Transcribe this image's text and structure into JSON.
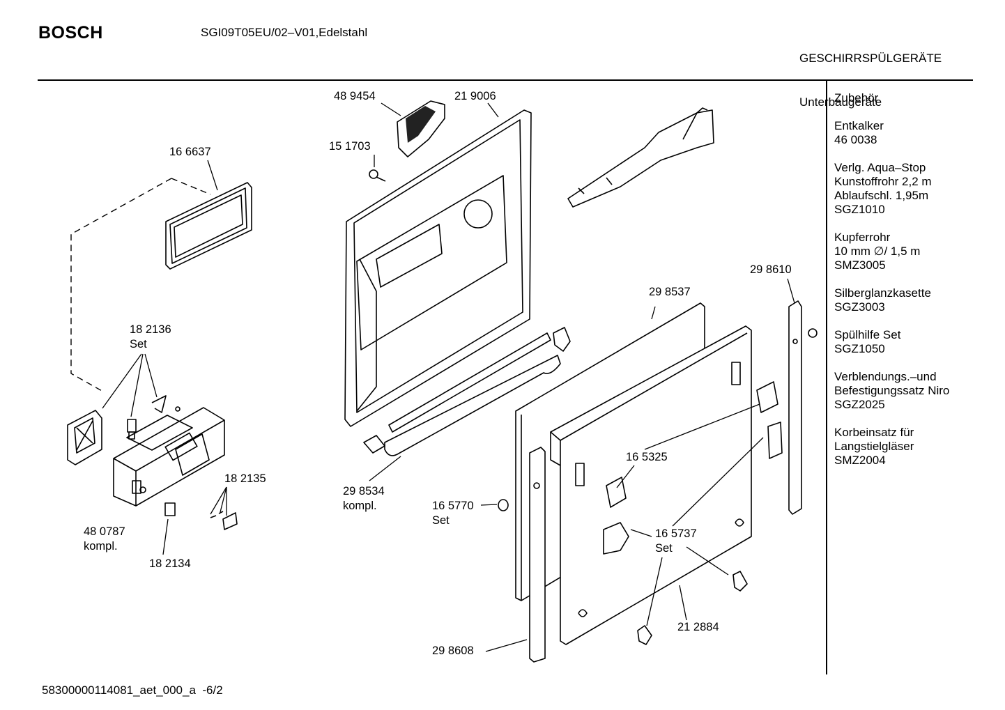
{
  "header": {
    "brand": "BOSCH",
    "model": "SGI09T05EU/02–V01,Edelstahl",
    "category_line1": "GESCHIRRSPÜLGERÄTE",
    "category_line2": "Unterbaugeräte"
  },
  "accessories": {
    "title": "Zubehör",
    "groups": [
      "Entkalker\n46 0038",
      "Verlg. Aqua–Stop\nKunstoffrohr 2,2 m\nAblaufschl. 1,95m\nSGZ1010",
      "Kupferrohr\n10 mm ∅/ 1,5 m\nSMZ3005",
      "Silberglanzkasette\nSGZ3003",
      "Spülhilfe Set\nSGZ1050",
      "Verblendungs.–und\nBefestigungssatz Niro\nSGZ2025",
      "Korbeinsatz für\nLangstielgläser\nSMZ2004"
    ]
  },
  "parts": {
    "p166637": "16 6637",
    "p182136": "18 2136",
    "p182136_sub": "Set",
    "p480787": "48 0787",
    "p480787_sub": "kompl.",
    "p182135": "18 2135",
    "p182134": "18 2134",
    "p489454": "48 9454",
    "p219006": "21 9006",
    "p151703": "15 1703",
    "p298534": "29 8534",
    "p298534_sub": "kompl.",
    "p165770": "16 5770",
    "p165770_sub": "Set",
    "p298537": "29 8537",
    "p298610": "29 8610",
    "p165325": "16 5325",
    "p165737": "16 5737",
    "p165737_sub": "Set",
    "p212884": "21 2884",
    "p298608": "29 8608"
  },
  "footer": {
    "doc_id": "58300000114081_aet_000_a",
    "page": "-6/2"
  }
}
